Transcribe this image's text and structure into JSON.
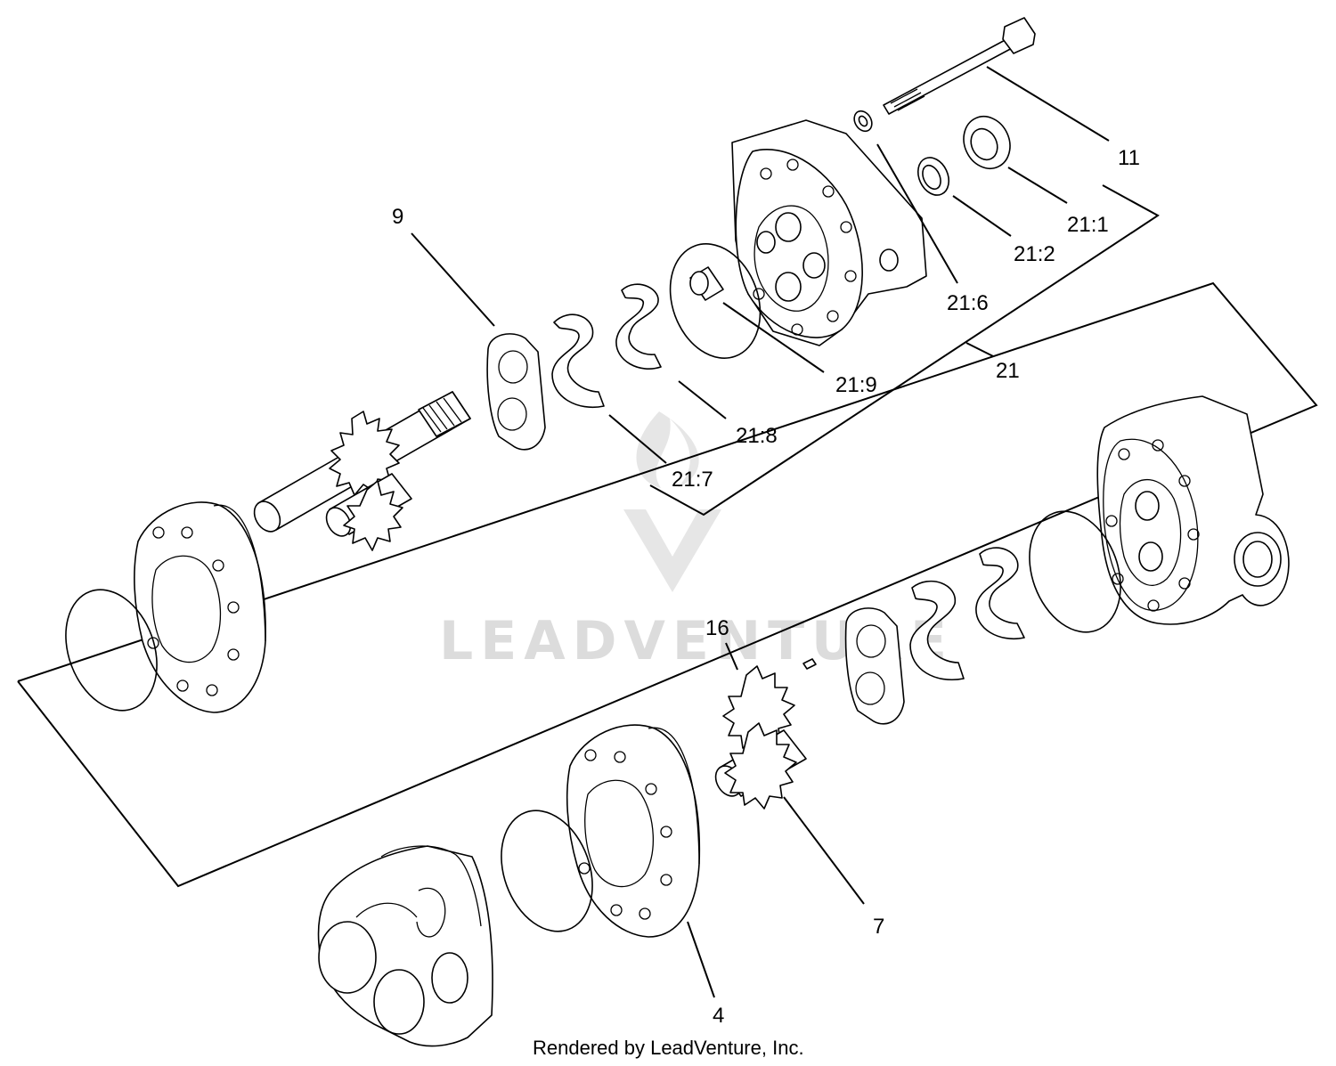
{
  "diagram": {
    "callouts": [
      {
        "id": "c-11",
        "label": "11"
      },
      {
        "id": "c-21-1",
        "label": "21:1"
      },
      {
        "id": "c-21-2",
        "label": "21:2"
      },
      {
        "id": "c-21-6",
        "label": "21:6"
      },
      {
        "id": "c-21",
        "label": "21"
      },
      {
        "id": "c-21-9",
        "label": "21:9"
      },
      {
        "id": "c-21-8",
        "label": "21:8"
      },
      {
        "id": "c-21-7",
        "label": "21:7"
      },
      {
        "id": "c-9",
        "label": "9"
      },
      {
        "id": "c-16",
        "label": "16"
      },
      {
        "id": "c-7",
        "label": "7"
      },
      {
        "id": "c-4",
        "label": "4"
      }
    ],
    "watermark": {
      "text": "LEADVENTURE",
      "icon": "leadventure-flame-logo",
      "color": "#dcdcdc"
    },
    "credit": "Rendered by LeadVenture, Inc.",
    "line_color": "#000000",
    "background": "#ffffff"
  }
}
